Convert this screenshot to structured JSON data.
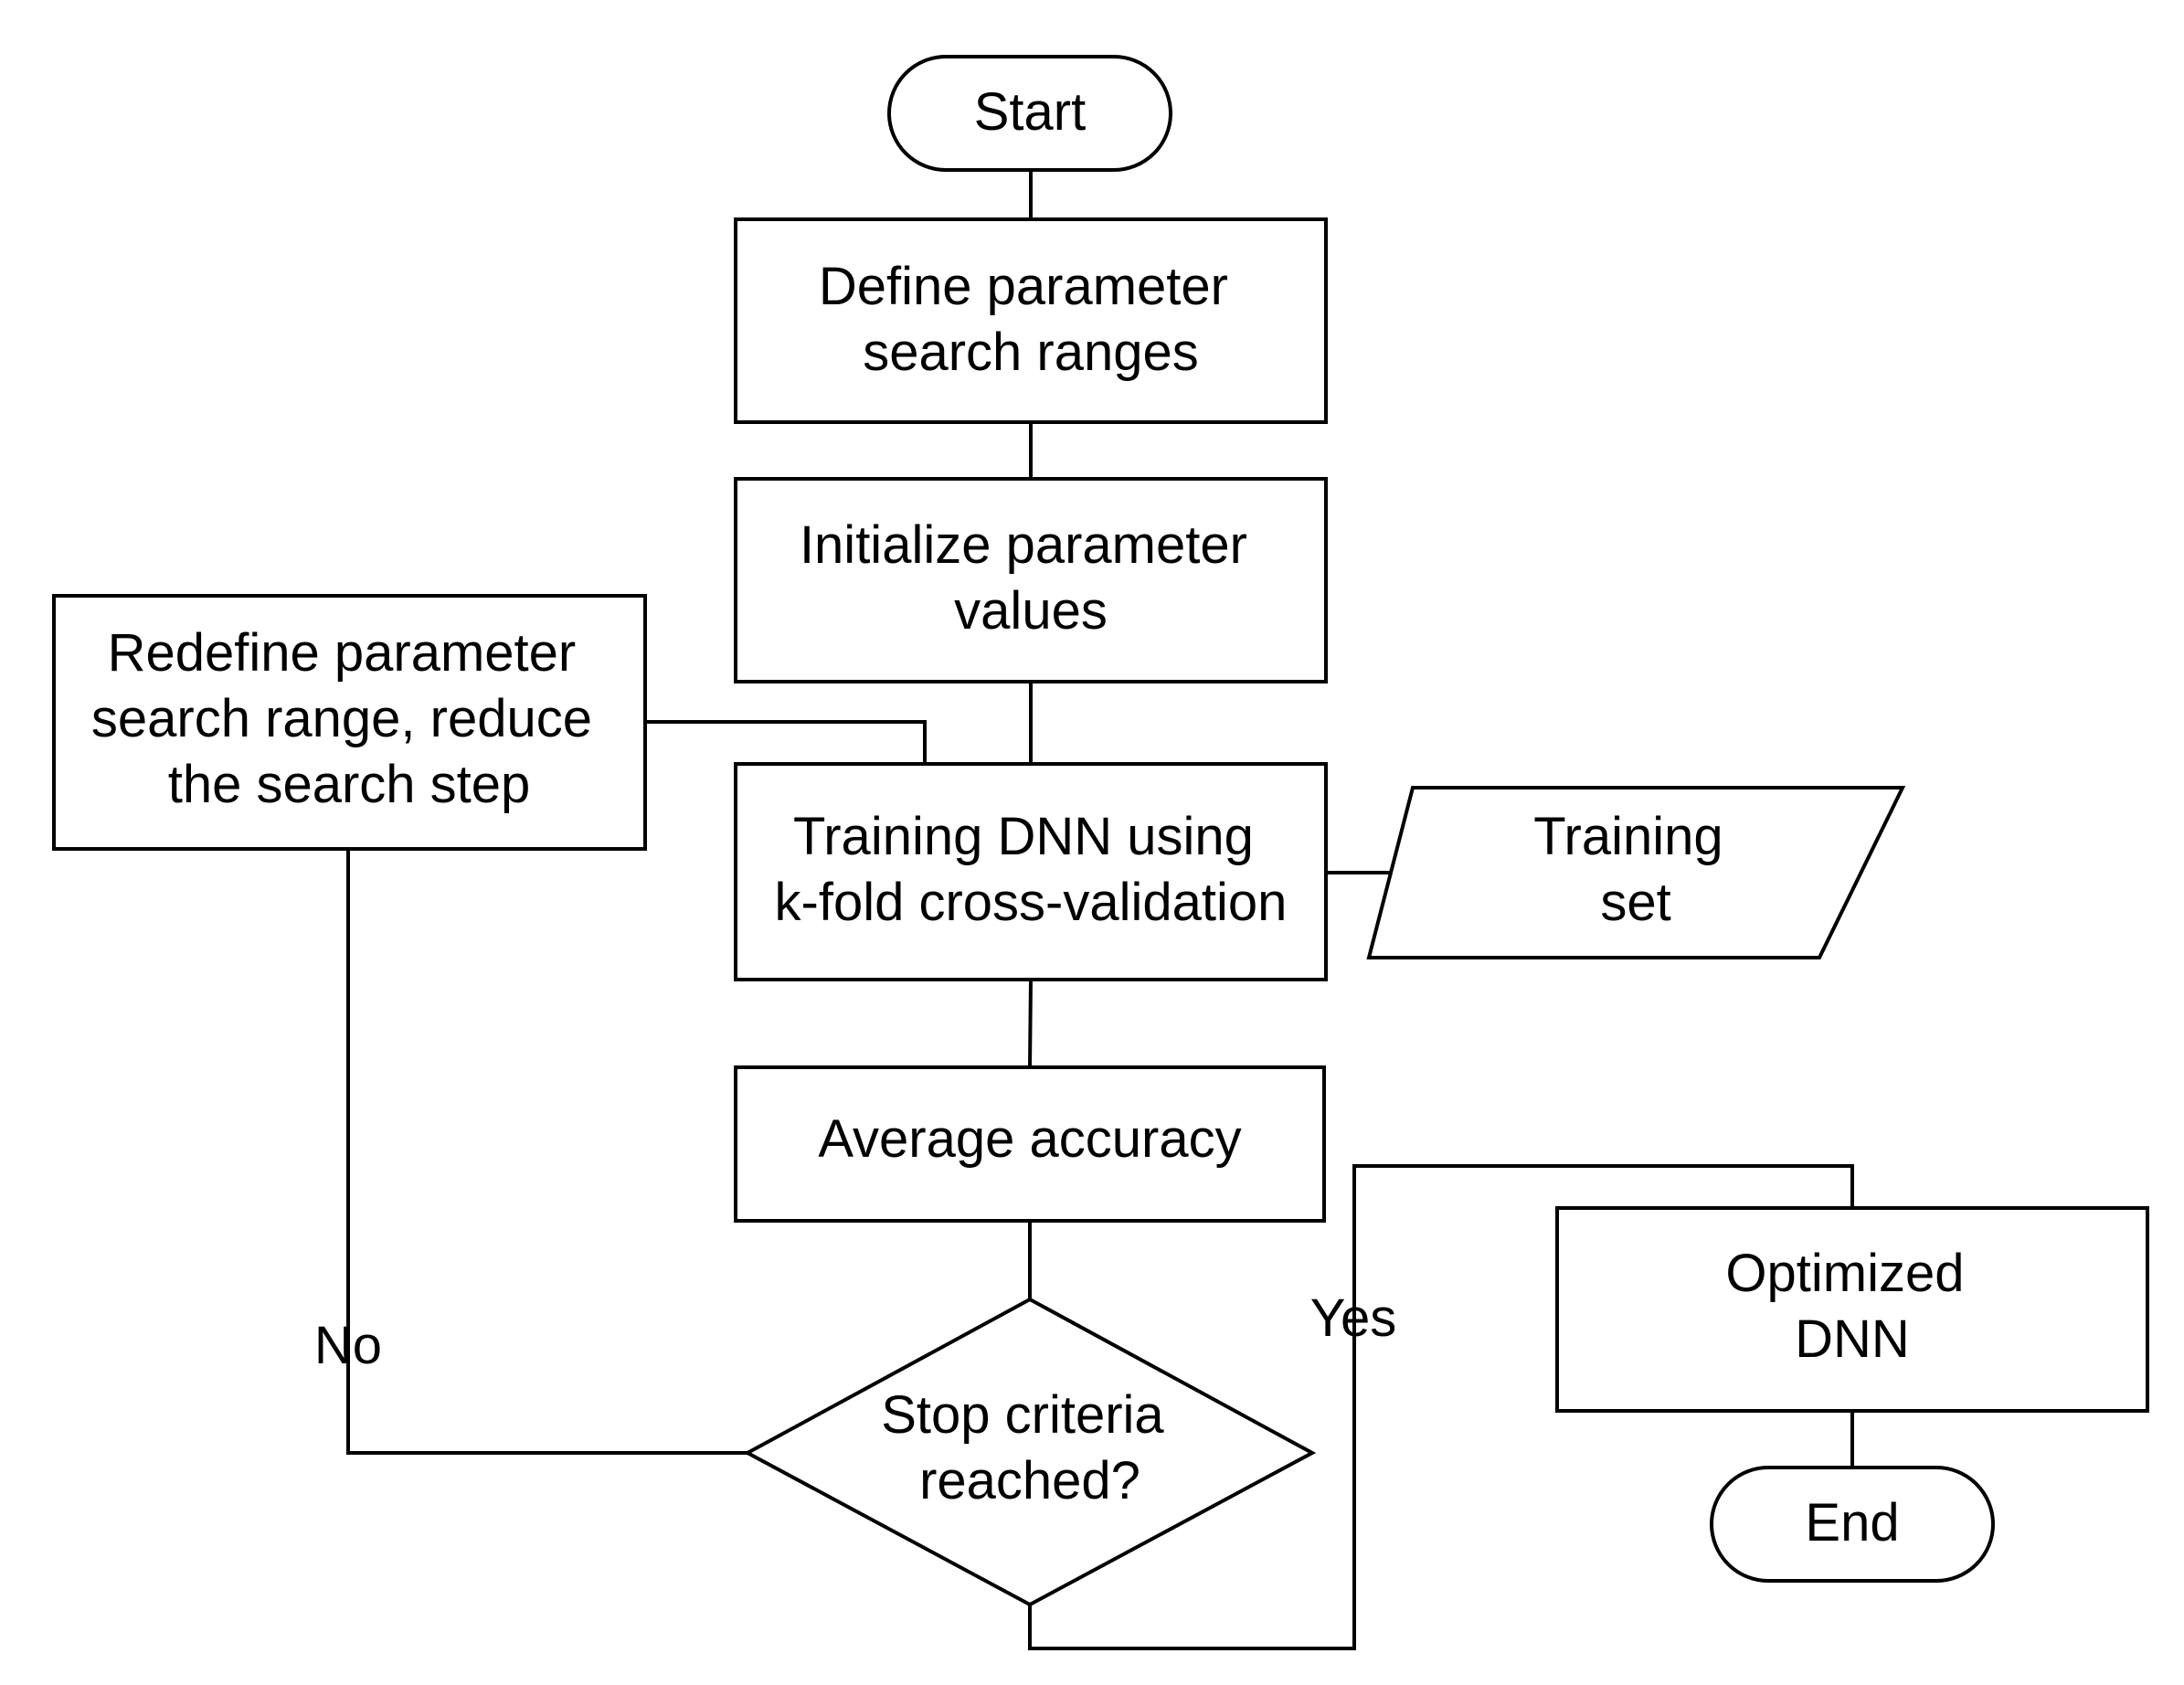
{
  "diagram": {
    "type": "flowchart",
    "nodes": {
      "start": {
        "shape": "terminal",
        "lines": [
          "Start"
        ]
      },
      "define_ranges": {
        "shape": "process",
        "lines": [
          "Define parameter",
          "search ranges"
        ]
      },
      "initialize_values": {
        "shape": "process",
        "lines": [
          "Initialize parameter",
          "values"
        ]
      },
      "training_dnn": {
        "shape": "process",
        "lines": [
          "Training DNN using",
          "k-fold cross-validation"
        ]
      },
      "training_set": {
        "shape": "data",
        "lines": [
          "Training",
          "set"
        ]
      },
      "average_accuracy": {
        "shape": "process",
        "lines": [
          "Average accuracy"
        ]
      },
      "stop_criteria": {
        "shape": "decision",
        "lines": [
          "Stop criteria",
          "reached?"
        ]
      },
      "redefine_range": {
        "shape": "process",
        "lines": [
          "Redefine parameter",
          "search range, reduce",
          "the search step"
        ]
      },
      "optimized_dnn": {
        "shape": "process",
        "lines": [
          "Optimized",
          "DNN"
        ]
      },
      "end": {
        "shape": "terminal",
        "lines": [
          "End"
        ]
      }
    },
    "edges": [
      {
        "from": "start",
        "to": "define_ranges",
        "label": ""
      },
      {
        "from": "define_ranges",
        "to": "initialize_values",
        "label": ""
      },
      {
        "from": "initialize_values",
        "to": "training_dnn",
        "label": ""
      },
      {
        "from": "training_set",
        "to": "training_dnn",
        "label": ""
      },
      {
        "from": "training_dnn",
        "to": "average_accuracy",
        "label": ""
      },
      {
        "from": "average_accuracy",
        "to": "stop_criteria",
        "label": ""
      },
      {
        "from": "stop_criteria",
        "to": "redefine_range",
        "label": "No"
      },
      {
        "from": "redefine_range",
        "to": "training_dnn",
        "label": ""
      },
      {
        "from": "stop_criteria",
        "to": "optimized_dnn",
        "label": "Yes"
      },
      {
        "from": "optimized_dnn",
        "to": "end",
        "label": ""
      }
    ]
  }
}
